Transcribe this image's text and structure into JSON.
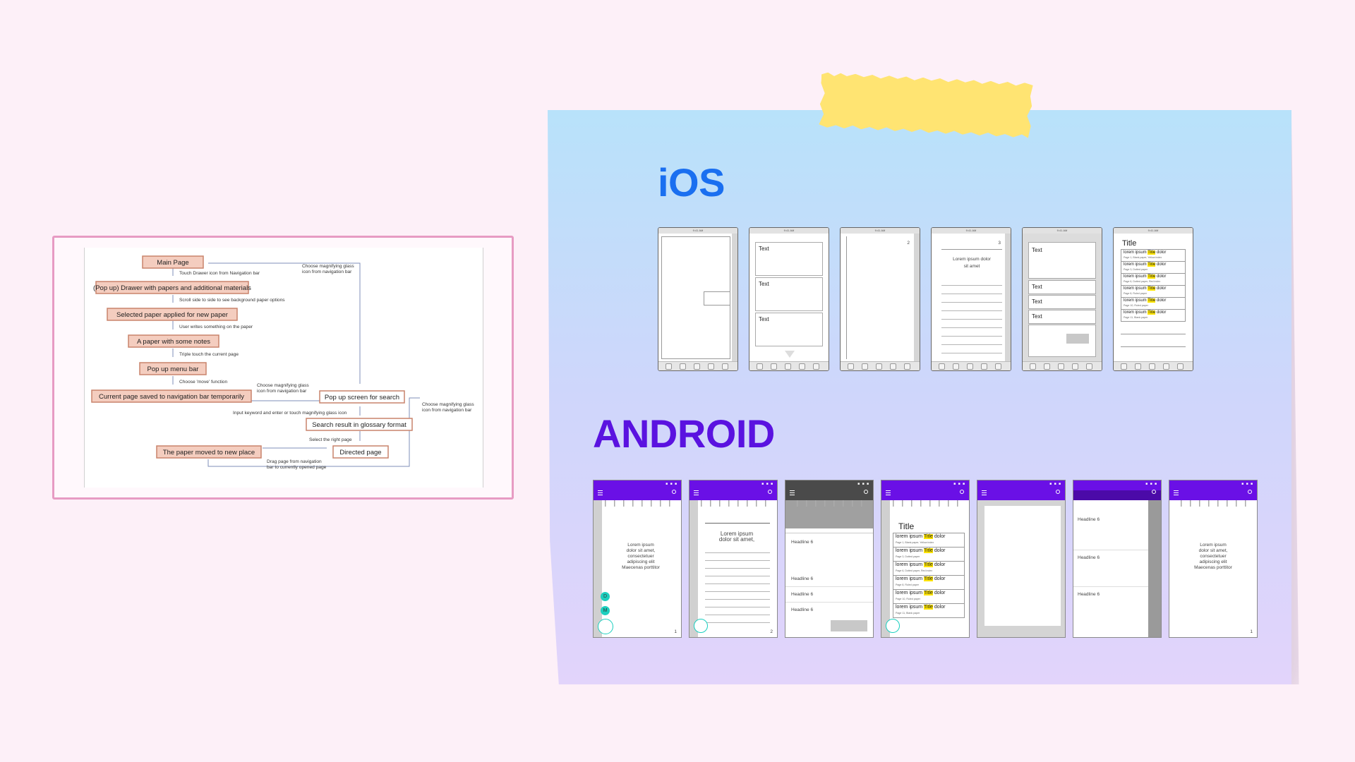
{
  "flowchart": {
    "boxes": [
      {
        "id": "main-page",
        "label": "Main Page"
      },
      {
        "id": "drawer",
        "label": "(Pop up) Drawer with papers and additional materials"
      },
      {
        "id": "selected-paper",
        "label": "Selected paper applied for new paper"
      },
      {
        "id": "paper-notes",
        "label": "A paper with some notes"
      },
      {
        "id": "menu-bar",
        "label": "Pop up menu bar"
      },
      {
        "id": "saved-page",
        "label": "Current page saved to navigation bar temporarily"
      },
      {
        "id": "search-popup",
        "label": "Pop up screen for search"
      },
      {
        "id": "search-result",
        "label": "Search result in glossary format"
      },
      {
        "id": "paper-moved",
        "label": "The paper moved to new place"
      },
      {
        "id": "directed-page",
        "label": "Directed page"
      }
    ],
    "notes": {
      "touch_drawer": "Touch Drawer icon from Navigation bar",
      "scroll_side": "Scroll side to side to see background paper options",
      "user_writes": "User writes something on the paper",
      "triple_touch": "Triple touch the current page",
      "choose_move": "Choose 'move' function",
      "glass_nav_1": [
        "Choose magnifying glass",
        "icon from navigation bar"
      ],
      "glass_nav_2": [
        "Choose magnifying glass",
        "icon from navigation bar"
      ],
      "glass_nav_3": [
        "Choose magnifying glass",
        "icon from navigation bar"
      ],
      "input_keyword": "Input keyword and enter or touch magnifying glass icon",
      "select_page": "Select the right page",
      "drag_page": [
        "Drag page from navigation",
        "bar to currently opened page"
      ]
    }
  },
  "ios": {
    "heading": "iOS",
    "status_text": "9:41 AM",
    "text_label": "Text",
    "page_2": "2",
    "page_3": "3",
    "lorem_short": [
      "Lorem ipsum dolor",
      "sit amet"
    ],
    "title": "Title",
    "list_items": [
      {
        "pre": "lorem ipsum ",
        "hl": "Title",
        "post": " dolor",
        "sub": "Page 1, Blank paper, Yellow index"
      },
      {
        "pre": "lorem ipsum ",
        "hl": "Title",
        "post": " dolor",
        "sub": "Page 3, Dotted paper"
      },
      {
        "pre": "lorem ipsum ",
        "hl": "Title",
        "post": " dolor",
        "sub": "Page 6, Dotted paper, Red index"
      },
      {
        "pre": "lorem ipsum ",
        "hl": "Title",
        "post": " dolor",
        "sub": "Page 8, Ruled paper"
      },
      {
        "pre": "lorem ipsum ",
        "hl": "Title",
        "post": " dolor",
        "sub": "Page 10, Ruled paper"
      },
      {
        "pre": "lorem ipsum ",
        "hl": "Title",
        "post": " dolor",
        "sub": "Page 11, Blank paper"
      }
    ]
  },
  "android": {
    "heading": "ANDROID",
    "lorem_long": [
      "Lorem ipsum",
      "dolor sit amet,",
      "consectetuer",
      "adipiscing elit",
      "Maecenas porttitor"
    ],
    "lorem_short": [
      "Lorem ipsum",
      "dolor sit amet,"
    ],
    "headline": "Headline 6",
    "page_1": "1",
    "page_2": "2",
    "fab_d": "D",
    "fab_m": "M",
    "title": "Title",
    "list_items": [
      {
        "pre": "lorem ipsum ",
        "hl": "Title",
        "post": " dolor",
        "sub": "Page 1, Blank paper, Yellow index"
      },
      {
        "pre": "lorem ipsum ",
        "hl": "Title",
        "post": " dolor",
        "sub": "Page 3, Dotted paper"
      },
      {
        "pre": "lorem ipsum ",
        "hl": "Title",
        "post": " dolor",
        "sub": "Page 6, Dotted paper, Red index"
      },
      {
        "pre": "lorem ipsum ",
        "hl": "Title",
        "post": " dolor",
        "sub": "Page 8, Ruled paper"
      },
      {
        "pre": "lorem ipsum ",
        "hl": "Title",
        "post": " dolor",
        "sub": "Page 10, Ruled paper"
      },
      {
        "pre": "lorem ipsum ",
        "hl": "Title",
        "post": " dolor",
        "sub": "Page 11, Blank paper"
      }
    ]
  },
  "colors": {
    "ios_accent": "#1a6ff0",
    "android_accent": "#5a12e0",
    "android_appbar": "#6a10e6",
    "tape": "#ffe472",
    "fab_teal": "#1ccfbf"
  }
}
